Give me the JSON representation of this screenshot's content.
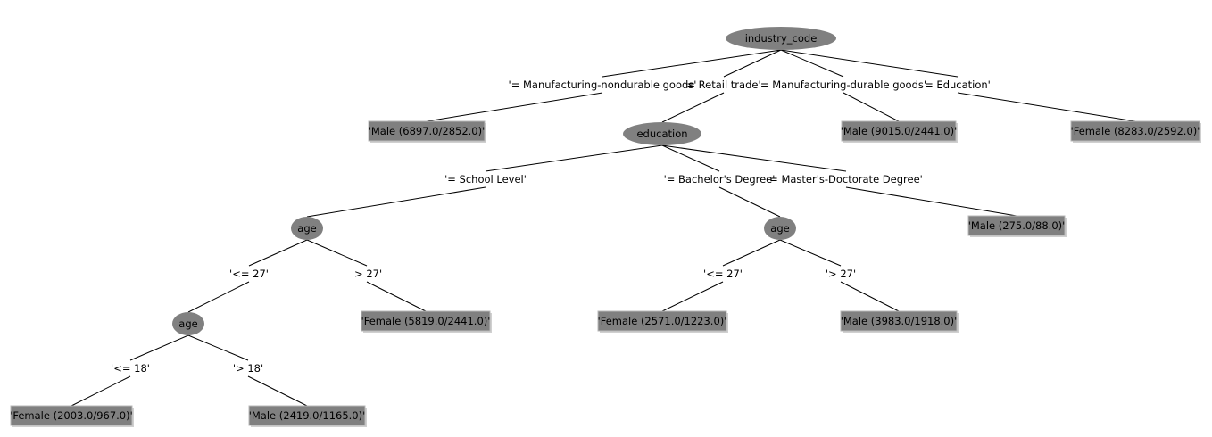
{
  "tree": {
    "nodes": [
      {
        "id": "n_industry",
        "kind": "split",
        "text": "industry_code"
      },
      {
        "id": "n_leaf_ndg",
        "kind": "leaf",
        "text": "'Male (6897.0/2852.0)'"
      },
      {
        "id": "n_education",
        "kind": "split",
        "text": "education"
      },
      {
        "id": "n_leaf_dg",
        "kind": "leaf",
        "text": "'Male (9015.0/2441.0)'"
      },
      {
        "id": "n_leaf_edu",
        "kind": "leaf",
        "text": "'Female (8283.0/2592.0)'"
      },
      {
        "id": "n_age_school",
        "kind": "split",
        "text": "age"
      },
      {
        "id": "n_age_bach",
        "kind": "split",
        "text": "age"
      },
      {
        "id": "n_leaf_master",
        "kind": "leaf",
        "text": "'Male (275.0/88.0)'"
      },
      {
        "id": "n_age_le27",
        "kind": "split",
        "text": "age"
      },
      {
        "id": "n_leaf_s_gt27",
        "kind": "leaf",
        "text": "'Female (5819.0/2441.0)'"
      },
      {
        "id": "n_leaf_b_le27",
        "kind": "leaf",
        "text": "'Female (2571.0/1223.0)'"
      },
      {
        "id": "n_leaf_b_gt27",
        "kind": "leaf",
        "text": "'Male (3983.0/1918.0)'"
      },
      {
        "id": "n_leaf_le18",
        "kind": "leaf",
        "text": "'Female (2003.0/967.0)'"
      },
      {
        "id": "n_leaf_gt18",
        "kind": "leaf",
        "text": "'Male (2419.0/1165.0)'"
      }
    ],
    "edges": [
      {
        "from": "n_industry",
        "to": "n_leaf_ndg",
        "label": "'= Manufacturing-nondurable goods'"
      },
      {
        "from": "n_industry",
        "to": "n_education",
        "label": "= Retail trade'"
      },
      {
        "from": "n_industry",
        "to": "n_leaf_dg",
        "label": "= Manufacturing-durable goods'"
      },
      {
        "from": "n_industry",
        "to": "n_leaf_edu",
        "label": "= Education'"
      },
      {
        "from": "n_education",
        "to": "n_age_school",
        "label": "'= School Level'"
      },
      {
        "from": "n_education",
        "to": "n_age_bach",
        "label": "'= Bachelor's Degree'"
      },
      {
        "from": "n_education",
        "to": "n_leaf_master",
        "label": "= Master's-Doctorate Degree'"
      },
      {
        "from": "n_age_school",
        "to": "n_age_le27",
        "label": "'<= 27'"
      },
      {
        "from": "n_age_school",
        "to": "n_leaf_s_gt27",
        "label": "'> 27'"
      },
      {
        "from": "n_age_bach",
        "to": "n_leaf_b_le27",
        "label": "'<= 27'"
      },
      {
        "from": "n_age_bach",
        "to": "n_leaf_b_gt27",
        "label": "'> 27'"
      },
      {
        "from": "n_age_le27",
        "to": "n_leaf_le18",
        "label": "'<= 18'"
      },
      {
        "from": "n_age_le27",
        "to": "n_leaf_gt18",
        "label": "'> 18'"
      }
    ]
  }
}
